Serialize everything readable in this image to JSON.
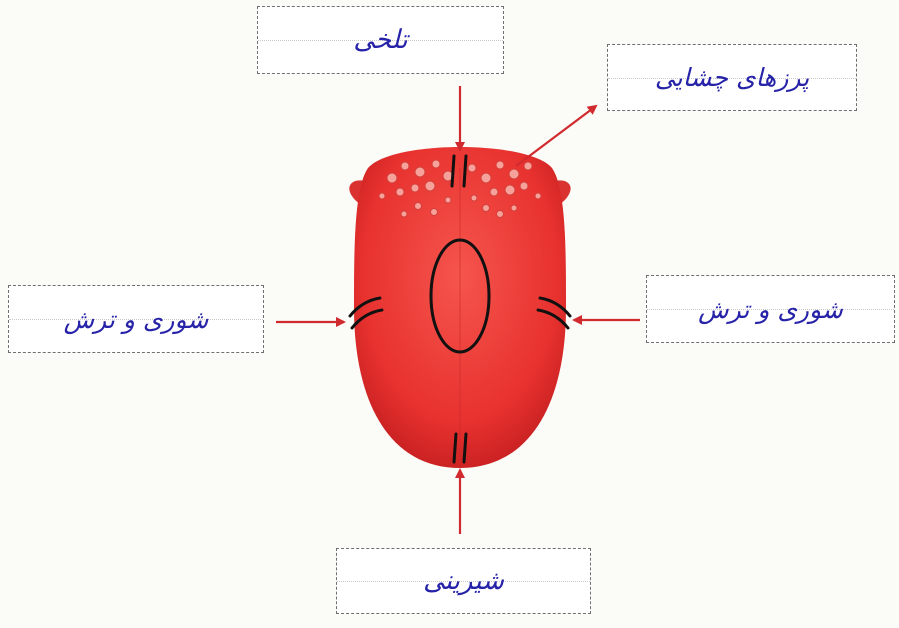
{
  "labels": {
    "top": "تلخی",
    "top_right": "پرزهای چشایی",
    "left": "شوری و ترش",
    "right": "شوری و ترش",
    "bottom": "شیرینی"
  },
  "colors": {
    "tongue": "#e8322f",
    "tongue_dark": "#c21d1f",
    "arrow": "#d12a2e",
    "ink": "#2623a8",
    "marker": "#111111"
  }
}
